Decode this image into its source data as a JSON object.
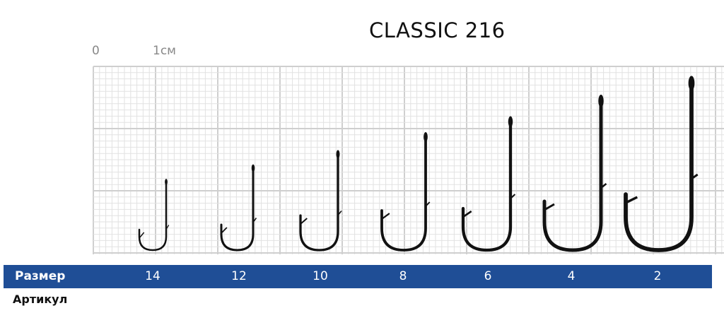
{
  "title": "CLASSIC 216",
  "scale": {
    "zero": "0",
    "one": "1см"
  },
  "row_size_label": "Размер",
  "sizes": [
    "14",
    "12",
    "10",
    "8",
    "6",
    "4",
    "2"
  ],
  "row_article_label": "Артикул",
  "colors": {
    "bar": "#1f4e96",
    "grid": "#d8d8d8",
    "hook": "#111111"
  }
}
